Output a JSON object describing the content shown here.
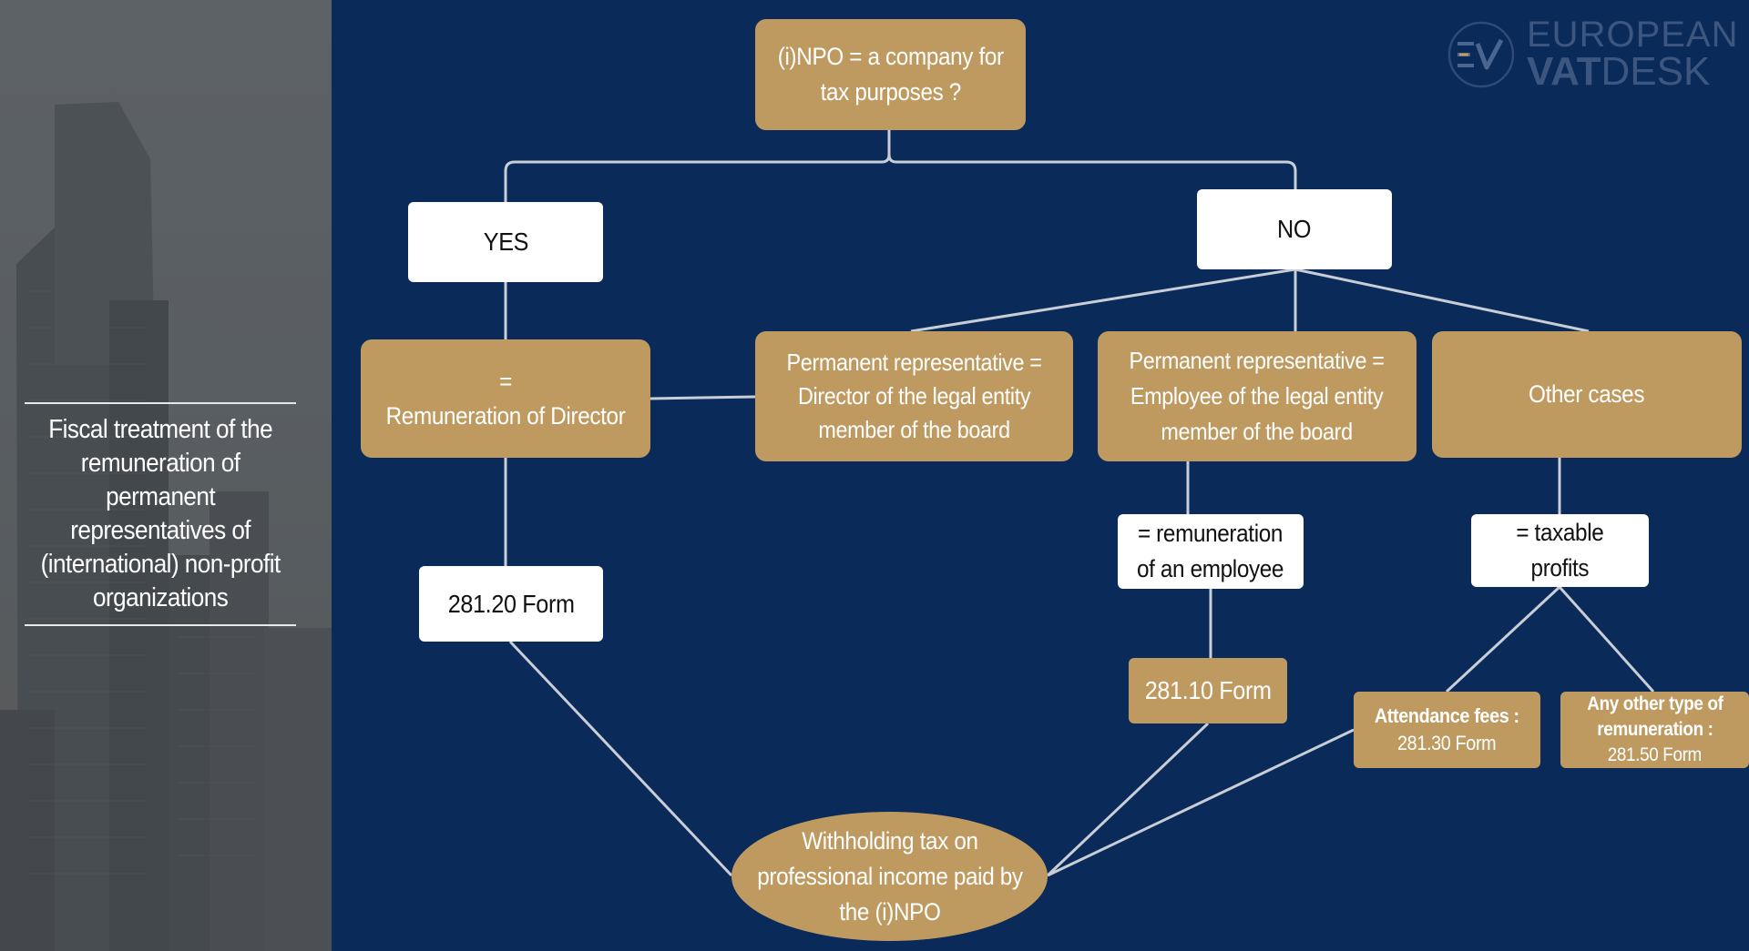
{
  "side_panel": {
    "title": "Fiscal treatment of the\nremuneration of\npermanent\nrepresentatives of\n(international) non-profit\norganizations"
  },
  "logo": {
    "line1": "EUROPEAN",
    "line2_bold": "VAT",
    "line2_rest": "DESK"
  },
  "diagram": {
    "root": "(i)NPO = a company for\ntax purposes ?",
    "yes": "YES",
    "no": "NO",
    "remuneration_director": "=\nRemuneration of Director",
    "perm_rep_director": "Permanent representative =\nDirector of the legal entity\nmember of the board",
    "perm_rep_employee": "Permanent representative =\nEmployee of the legal entity\nmember of the board",
    "other_cases": "Other cases",
    "form_28120": "281.20 Form",
    "remuneration_employee": "= remuneration\nof an employee",
    "taxable_profits": "= taxable\nprofits",
    "form_28110": "281.10 Form",
    "attendance_fees_title": "Attendance fees :",
    "attendance_fees_form": "281.30 Form",
    "other_remuneration_title": "Any other type of\nremuneration :",
    "other_remuneration_form": "281.50 Form",
    "withholding_tax": "Withholding tax on\nprofessional income paid by\nthe (i)NPO"
  },
  "colors": {
    "background": "#0a2a5a",
    "gold": "#bf9a60",
    "white_box": "#ffffff",
    "connector": "#c9ced6"
  }
}
